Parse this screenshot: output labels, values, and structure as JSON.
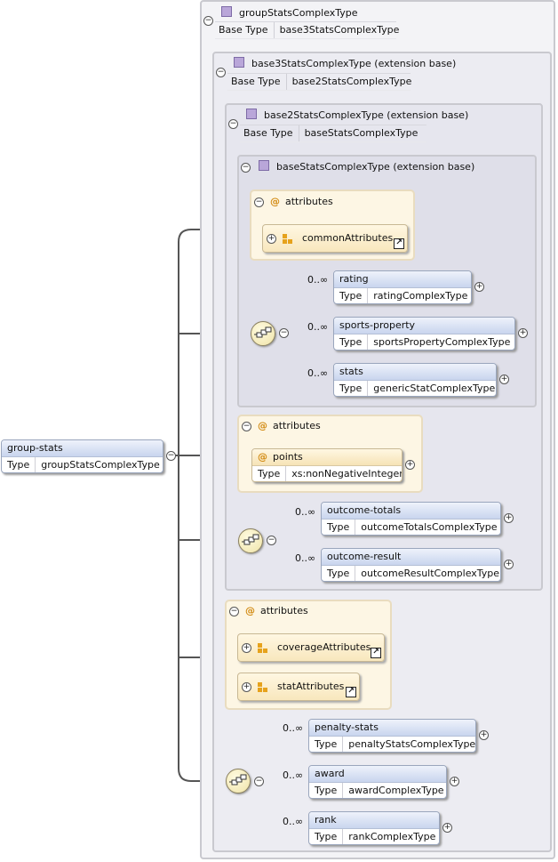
{
  "root": {
    "name": "group-stats",
    "type_label": "Type",
    "type": "groupStatsComplexType"
  },
  "types": {
    "t1": {
      "name": "groupStatsComplexType",
      "base_label": "Base Type",
      "base": "base3StatsComplexType"
    },
    "t2": {
      "name": "base3StatsComplexType (extension base)",
      "base_label": "Base Type",
      "base": "base2StatsComplexType"
    },
    "t3": {
      "name": "base2StatsComplexType (extension base)",
      "base_label": "Base Type",
      "base": "baseStatsComplexType"
    },
    "t4": {
      "name": "baseStatsComplexType (extension base)"
    }
  },
  "labels": {
    "attributes": "attributes",
    "type": "Type",
    "at_symbol": "@",
    "minus": "−",
    "plus": "+",
    "link_arrow": "↗"
  },
  "attr_groups": {
    "common": "commonAttributes",
    "coverage": "coverageAttributes",
    "stat": "statAttributes"
  },
  "attribute_points": {
    "name": "points",
    "type": "xs:nonNegativeInteger"
  },
  "elements": {
    "rating": {
      "name": "rating",
      "type": "ratingComplexType",
      "mult": "0..∞"
    },
    "sports_property": {
      "name": "sports-property",
      "type": "sportsPropertyComplexType",
      "mult": "0..∞"
    },
    "stats": {
      "name": "stats",
      "type": "genericStatComplexType",
      "mult": "0..∞"
    },
    "outcome_totals": {
      "name": "outcome-totals",
      "type": "outcomeTotalsComplexType",
      "mult": "0..∞"
    },
    "outcome_result": {
      "name": "outcome-result",
      "type": "outcomeResultComplexType",
      "mult": "0..∞"
    },
    "penalty_stats": {
      "name": "penalty-stats",
      "type": "penaltyStatsComplexType",
      "mult": "0..∞"
    },
    "award": {
      "name": "award",
      "type": "awardComplexType",
      "mult": "0..∞"
    },
    "rank": {
      "name": "rank",
      "type": "rankComplexType",
      "mult": "0..∞"
    }
  },
  "icons": {
    "type_icon": "complex-type-icon",
    "sequence_icon": "sequence-compositor-icon",
    "group_icon": "attribute-group-icon"
  },
  "colors": {
    "type_square": "#b9a6d9",
    "attr_accent": "#d28a12",
    "element_header": "#c9d5ee"
  }
}
